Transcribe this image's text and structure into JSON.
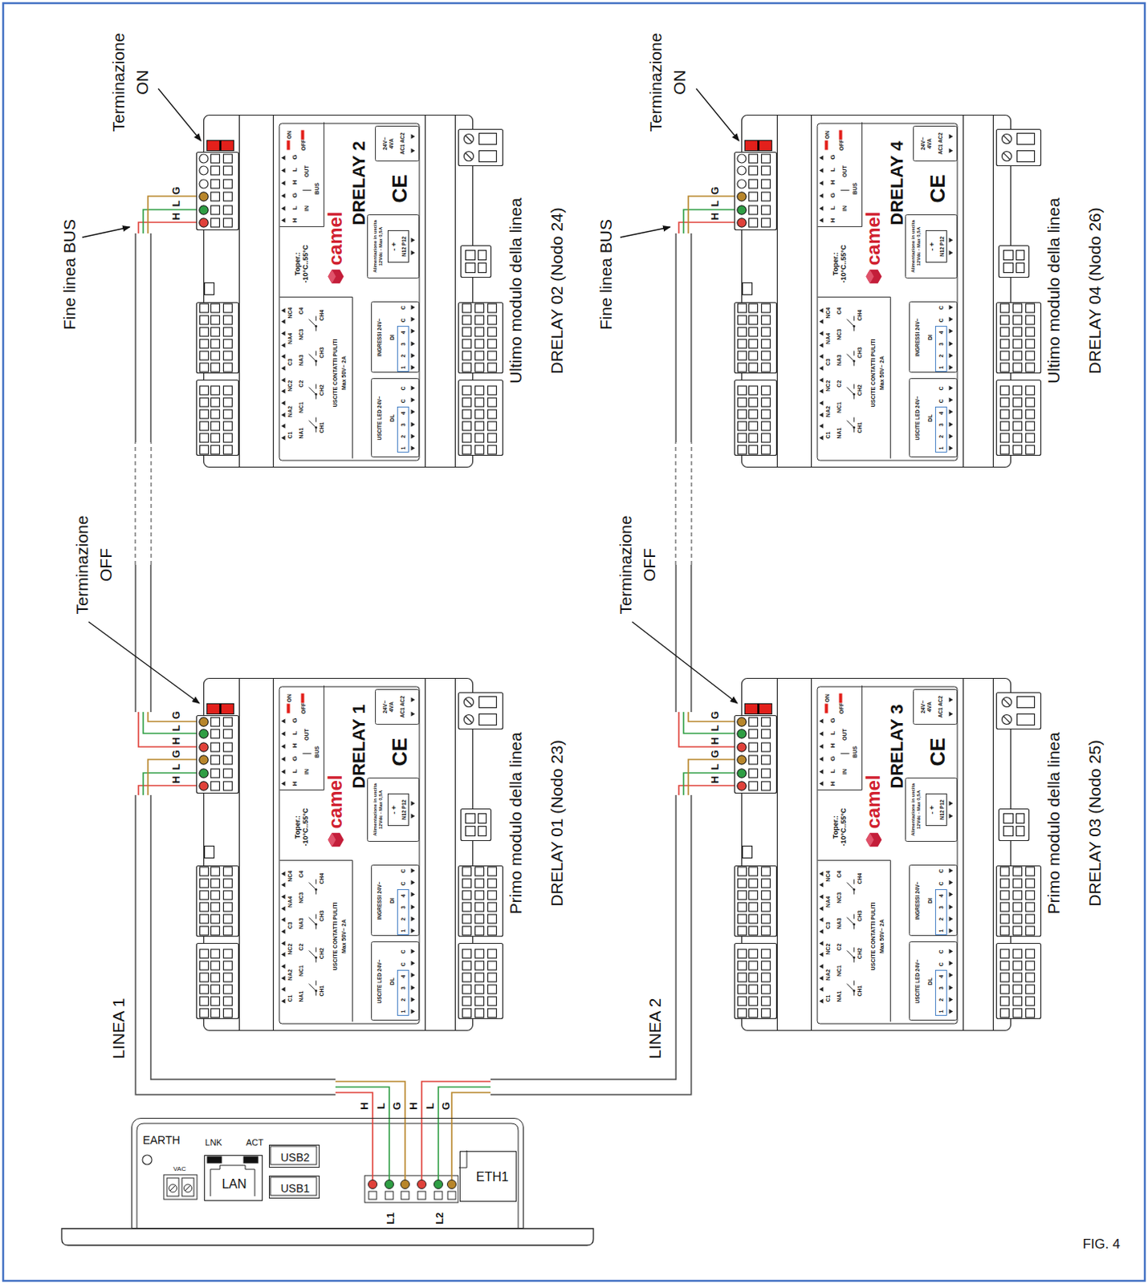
{
  "diagram": {
    "caption": "FIG. 4",
    "nodes": [
      {
        "text": [
          "Ultimo modulo della linea",
          "DRELAY 02 (Nodo 24)"
        ]
      },
      {
        "text": [
          "ON",
          "OFF",
          "H L G H L G",
          "IN",
          "OUT",
          "BUS",
          "DRELAY 2",
          "24V~ 4VA",
          "AC1 AC2",
          "CE",
          "Toper.: -10°C..55°C",
          "camel",
          "Alimentazione in uscita 12Vdc - Max 0,5A",
          "- +",
          "N12 P12",
          "C1 NA2 NC2 C3 NA4 NC4",
          "NA1 NC1 C2 NA3 NC3 C4",
          "CH1 CH2 CH3 CH4",
          "USCITE CONTATTI PULITI",
          "Max 50V~ 2A",
          "INGRESSI 24V~",
          "DI",
          "1 2 3 4 C C",
          "USCITE LED 24V~",
          "DL",
          "1 2 3 4 C C"
        ],
        "in": 0
      },
      {
        "text": [
          "Ultimo modulo della linea",
          "DRELAY 04 (Nodo 26)"
        ]
      },
      {
        "text": [
          "ON",
          "OFF",
          "H L G H L G",
          "IN",
          "OUT",
          "BUS",
          "DRELAY 4",
          "24V~ 4VA",
          "AC1 AC2",
          "CE",
          "Toper.: -10°C..55°C",
          "camel",
          "Alimentazione in uscita 12Vdc - Max 0,5A",
          "- +",
          "N12 P12",
          "C1 NA2 NC2 C3 NA4 NC4",
          "NA1 NC1 C2 NA3 NC3 C4",
          "CH1 CH2 CH3 CH4",
          "USCITE CONTATTI PULITI",
          "Max 50V~ 2A",
          "INGRESSI 24V~",
          "DI",
          "1 2 3 4 C C",
          "USCITE LED 24V~",
          "DL",
          "1 2 3 4 C C"
        ],
        "in": 2
      },
      {
        "text": [
          "Primo modulo della linea",
          "DRELAY 01 (Nodo 23)"
        ]
      },
      {
        "text": [
          "ON",
          "OFF",
          "H L G H L G",
          "IN",
          "OUT",
          "BUS",
          "DRELAY 1",
          "24V~ 4VA",
          "AC1 AC2",
          "CE",
          "Toper.: -10°C..55°C",
          "camel",
          "Alimentazione in uscita 12Vdc - Max 0,5A",
          "- +",
          "N12 P12",
          "C1 NA2 NC2 C3 NA4 NC4",
          "NA1 NC1 C2 NA3 NC3 C4",
          "CH1 CH2 CH3 CH4",
          "USCITE CONTATTI PULITI",
          "Max 50V~ 2A",
          "INGRESSI 24V~",
          "DI",
          "1 2 3 4 C C",
          "USCITE LED 24V~",
          "DL",
          "1 2 3 4 C C"
        ],
        "in": 4
      },
      {
        "text": [
          "Primo modulo della linea",
          "DRELAY 03 (Nodo 25)"
        ]
      },
      {
        "text": [
          "ON",
          "OFF",
          "H L G H L G",
          "IN",
          "OUT",
          "BUS",
          "DRELAY 3",
          "24V~ 4VA",
          "AC1 AC2",
          "CE",
          "Toper.: -10°C..55°C",
          "camel",
          "Alimentazione in uscita 12Vdc - Max 0,5A",
          "- +",
          "N12 P12",
          "C1 NA2 NC2 C3 NA4 NC4",
          "NA1 NC1 C2 NA3 NC3 C4",
          "CH1 CH2 CH3 CH4",
          "USCITE CONTATTI PULITI",
          "Max 50V~ 2A",
          "INGRESSI 24V~",
          "DI",
          "1 2 3 4 C C",
          "USCITE LED 24V~",
          "DL",
          "1 2 3 4 C C"
        ],
        "in": 6
      },
      {
        "text": [
          "EARTH",
          "VAC",
          "LNK",
          "ACT",
          "L1",
          "L2"
        ]
      },
      {
        "text": [
          "LAN"
        ],
        "in": 8
      },
      {
        "text": [
          "USB2"
        ],
        "in": 8
      },
      {
        "text": [
          "USB1"
        ],
        "in": 8
      },
      {
        "text": [
          "ETH1"
        ],
        "in": 8
      }
    ],
    "edges": [
      {
        "from": 8,
        "to": 4,
        "arrow": "none"
      },
      {
        "from": 4,
        "to": 0,
        "arrow": "none"
      },
      {
        "from": 8,
        "to": 6,
        "arrow": "none"
      },
      {
        "from": 6,
        "to": 2,
        "arrow": "none"
      }
    ],
    "labels": [
      "Terminazione ON",
      "Fine linea BUS",
      "Terminazione OFF",
      "LINEA 1",
      "Terminazione ON",
      "Fine linea BUS",
      "Terminazione OFF",
      "LINEA 2",
      "H L G",
      "H L G",
      "H L G",
      "H L G",
      "H L G",
      "H L G",
      "H",
      "L",
      "G",
      "H",
      "L",
      "G"
    ]
  }
}
